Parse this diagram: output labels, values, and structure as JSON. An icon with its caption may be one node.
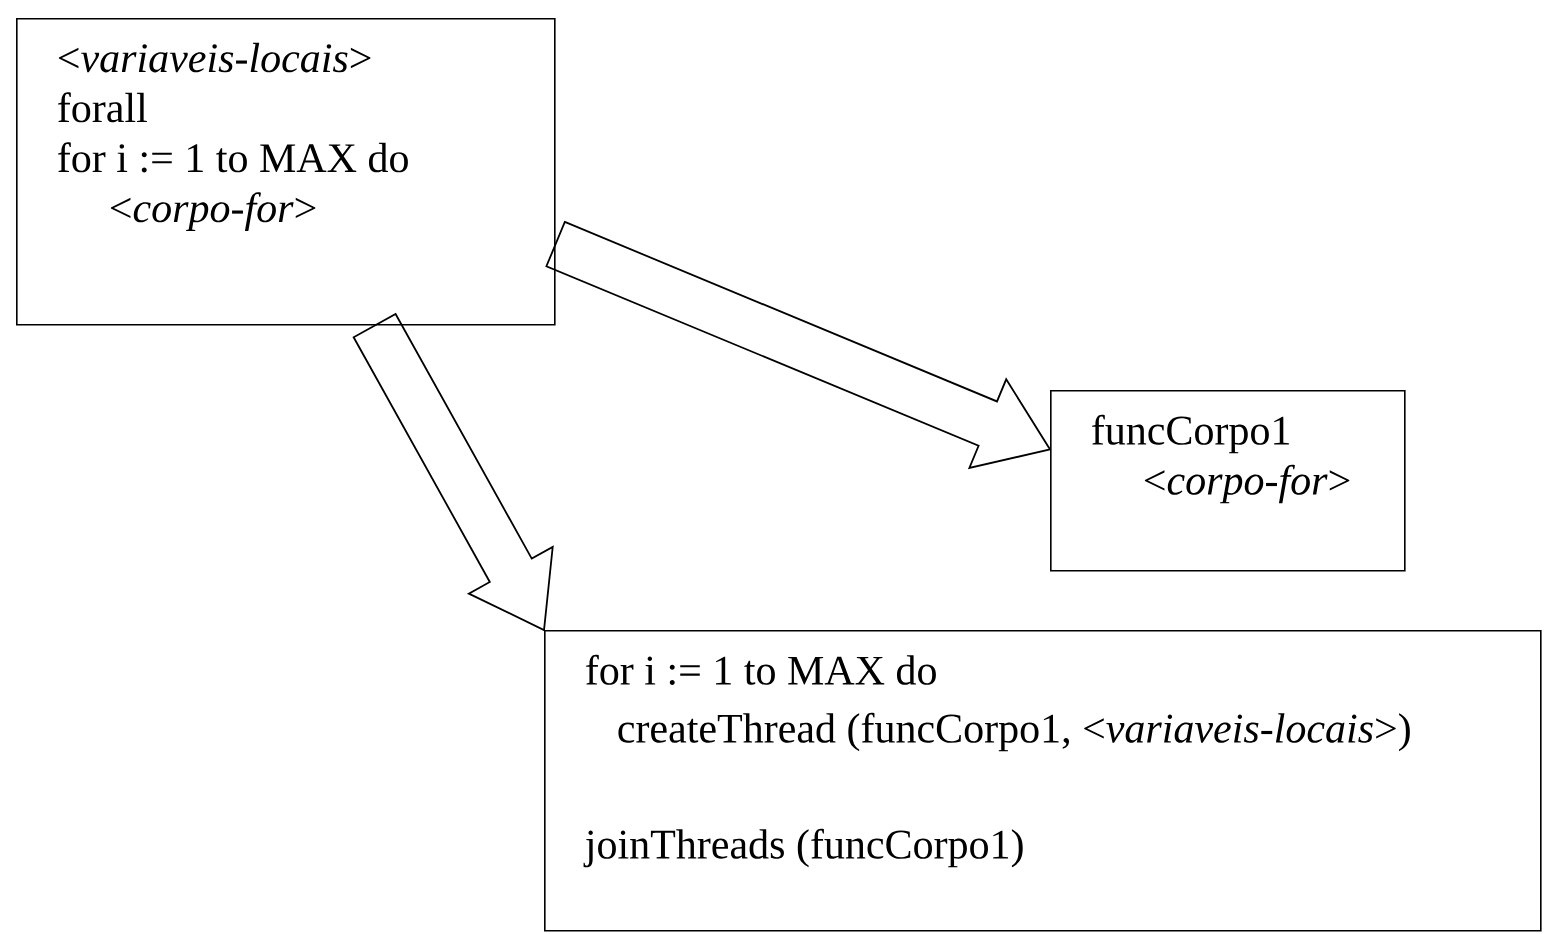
{
  "diagram": {
    "nodes": [
      {
        "text": [
          "<*variaveis-locais*>",
          "forall",
          "for i := 1 to MAX do",
          "<*corpo-for*>"
        ]
      },
      {
        "text": [
          "funcCorpo1",
          "<*corpo-for*>"
        ]
      },
      {
        "text": [
          "for i := 1 to MAX do",
          "createThread  (funcCorpo1, <*variaveis-locais*>)",
          "joinThreads (funcCorpo1)"
        ]
      }
    ],
    "edges": [
      {
        "from": 0,
        "to": 2,
        "arrow": "to"
      },
      {
        "from": 0,
        "to": 1,
        "arrow": "to"
      }
    ]
  }
}
